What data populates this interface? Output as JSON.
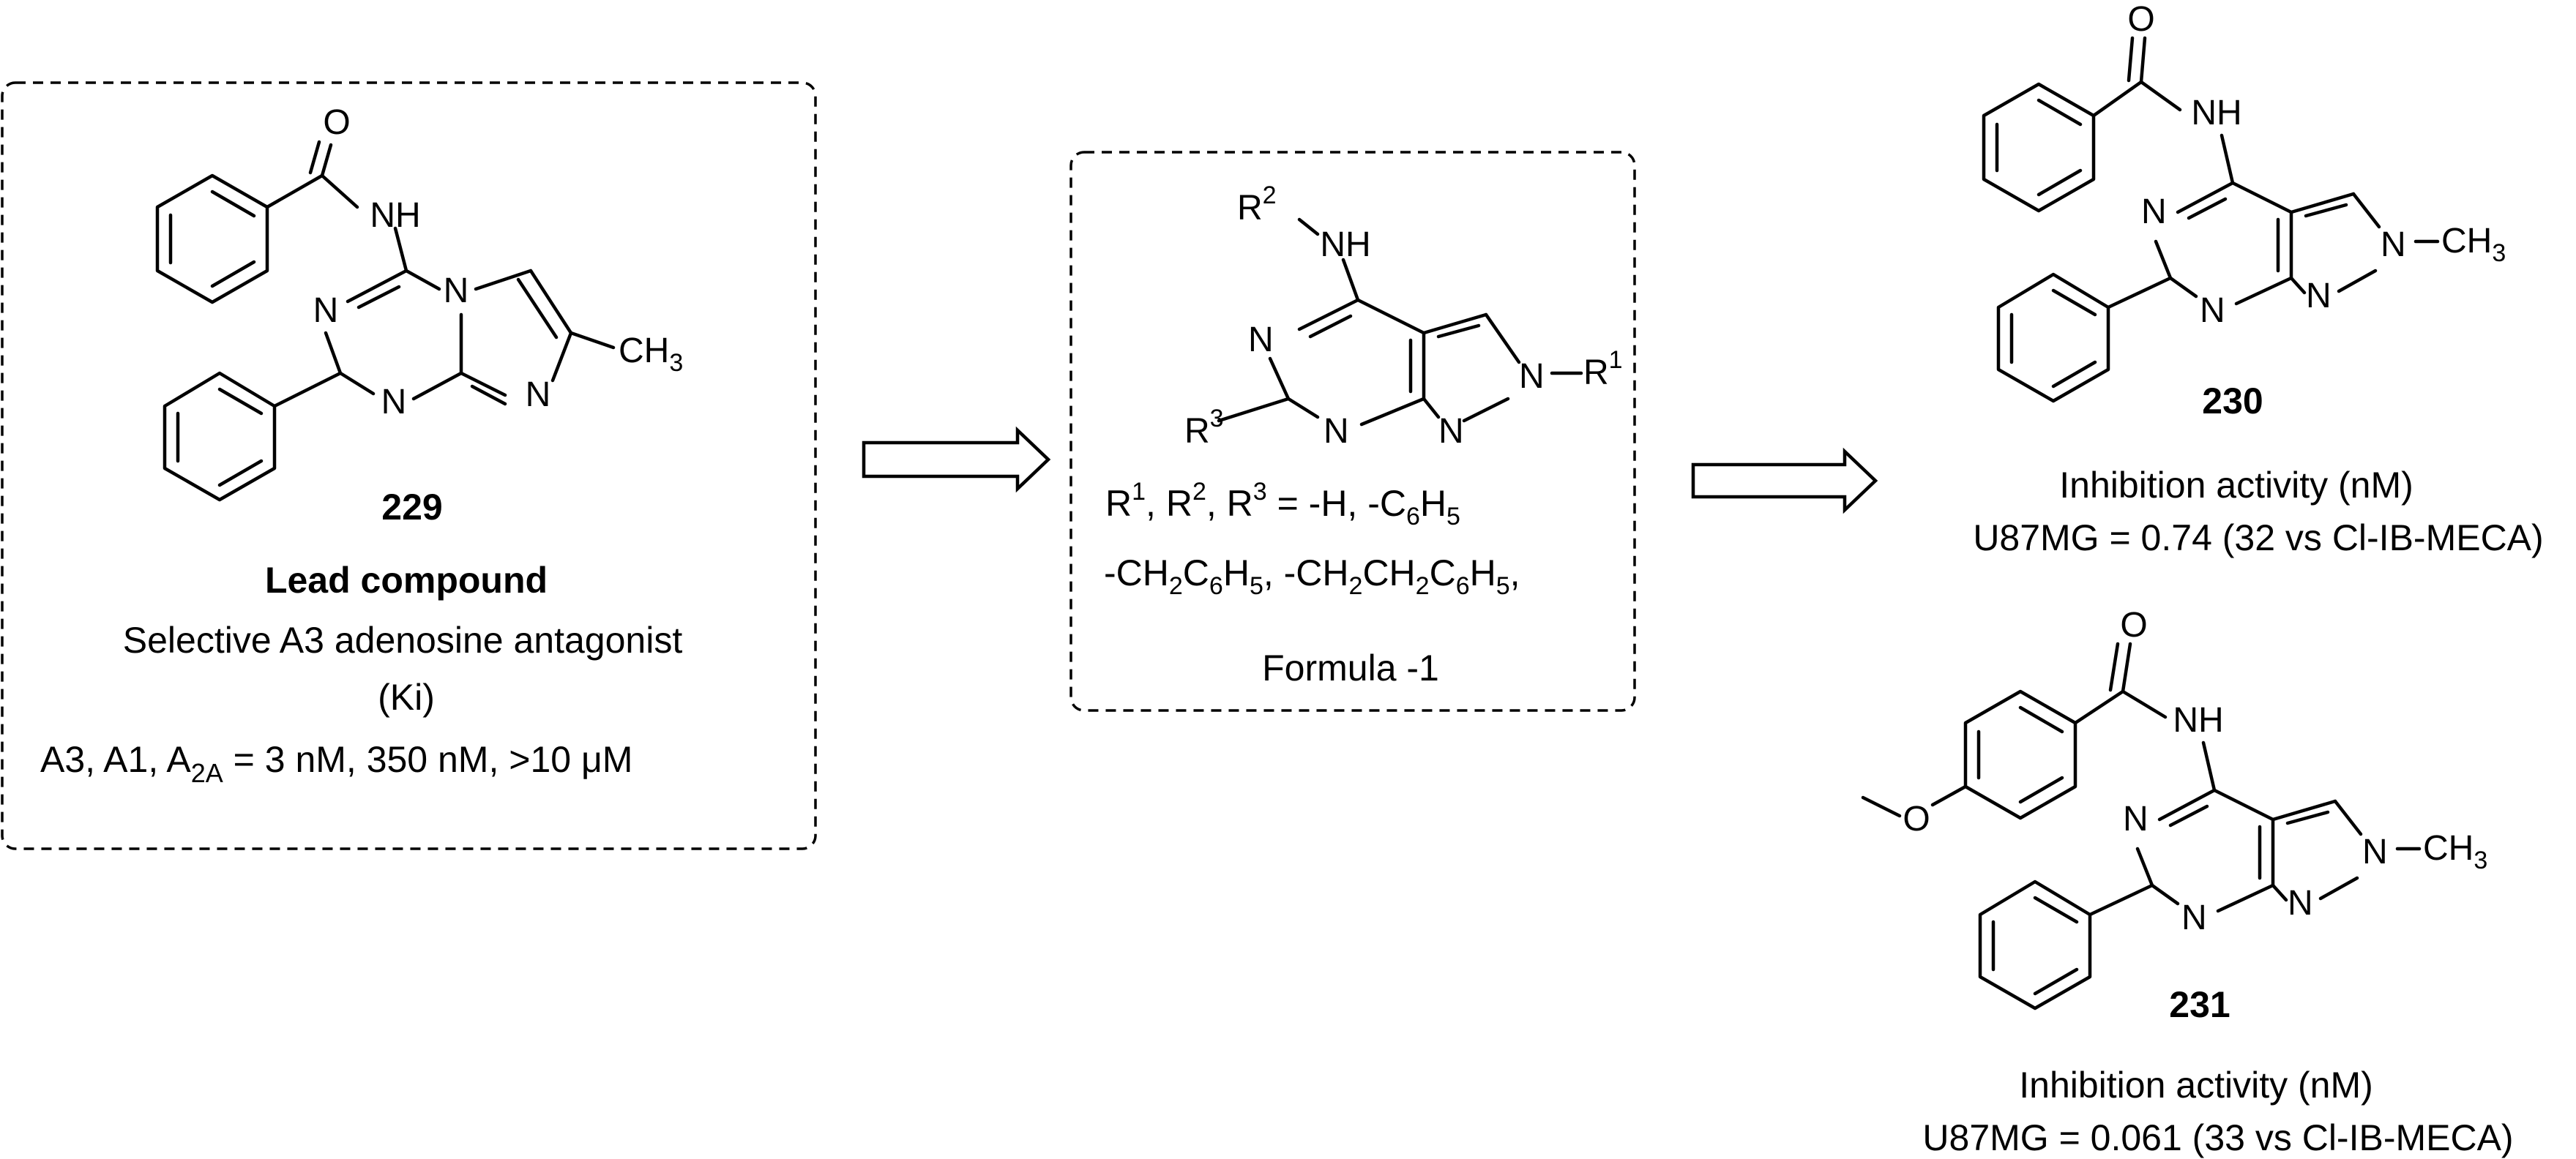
{
  "lead": {
    "compound_number": "229",
    "title": "Lead compound",
    "description": "Selective A3 adenosine antagonist",
    "ki_label": "(Ki)",
    "selectivity_pre": "A3, A1, A",
    "selectivity_sub": "2A",
    "selectivity_post": " = 3 nM, 350 nM, >10 μM",
    "atoms": {
      "o": "O",
      "nh": "NH",
      "n1": "N",
      "n2": "N",
      "n3": "N",
      "n4": "N",
      "ch3": "CH",
      "ch3_sub": "3"
    }
  },
  "formula": {
    "caption": "Formula -1",
    "atoms": {
      "r2": "R",
      "r2_sup": "2",
      "nh": "NH",
      "n1": "N",
      "n2": "N",
      "n3": "N",
      "n4": "N",
      "r1": "R",
      "r1_sup": "1",
      "r3": "R",
      "r3_sup": "3"
    },
    "line1": {
      "r": "R",
      "s1": "1",
      "sep1": ", R",
      "s2": "2",
      "sep2": ", R",
      "s3": "3",
      "rest": " = -H, -C",
      "sub6": "6",
      "h": "H",
      "sub5": "5"
    },
    "line2": {
      "a": "-CH",
      "s2a": "2",
      "b": "C",
      "s6a": "6",
      "c": "H",
      "s5a": "5",
      "d": ", -CH",
      "s2b": "2",
      "e": "CH",
      "s2c": "2",
      "f": "C",
      "s6b": "6",
      "g": "H",
      "s5b": "5",
      "h": ","
    }
  },
  "compound_230": {
    "number": "230",
    "activity_label": "Inhibition activity (nM)",
    "activity_value": "U87MG = 0.74 (32 vs Cl-IB-MECA)",
    "atoms": {
      "o": "O",
      "nh": "NH",
      "n1": "N",
      "n2": "N",
      "n3": "N",
      "n4": "N",
      "ch3": "CH",
      "ch3_sub": "3"
    }
  },
  "compound_231": {
    "number": "231",
    "activity_label": "Inhibition activity (nM)",
    "activity_value": "U87MG = 0.061 (33 vs Cl-IB-MECA)",
    "atoms": {
      "o": "O",
      "ome_o": "O",
      "nh": "NH",
      "n1": "N",
      "n2": "N",
      "n3": "N",
      "n4": "N",
      "ch3": "CH",
      "ch3_sub": "3"
    }
  }
}
